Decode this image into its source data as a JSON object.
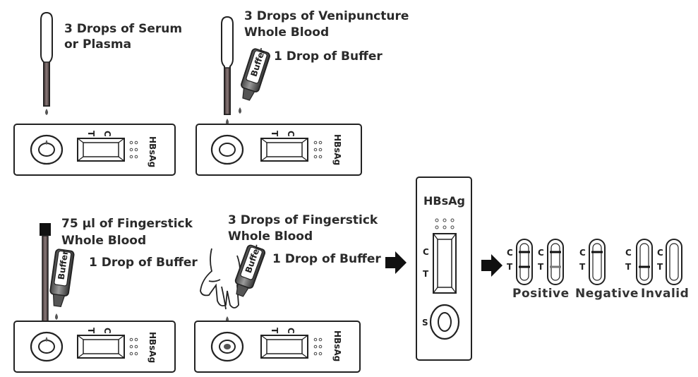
{
  "panels": {
    "serum": {
      "line1": "3 Drops of Serum",
      "line2": "or Plasma"
    },
    "venipuncture": {
      "line1": "3 Drops of Venipuncture",
      "line2": "Whole Blood",
      "buffer": "1 Drop of Buffer"
    },
    "fingerstick_ul": {
      "line1": "75 µl of Fingerstick",
      "line2": "Whole Blood",
      "buffer": "1 Drop of Buffer"
    },
    "fingerstick_drops": {
      "line1": "3 Drops of Fingerstick",
      "line2": "Whole Blood",
      "buffer": "1 Drop of Buffer"
    }
  },
  "cassette": {
    "name": "HBsAg",
    "t_label": "T",
    "c_label": "C",
    "s_label": "S"
  },
  "bottle_label": "Buffer",
  "results": {
    "positive": "Positive",
    "negative": "Negative",
    "invalid": "Invalid"
  },
  "colors": {
    "ink": "#222222",
    "blood": "#5a4a4a",
    "line": "#222222"
  }
}
